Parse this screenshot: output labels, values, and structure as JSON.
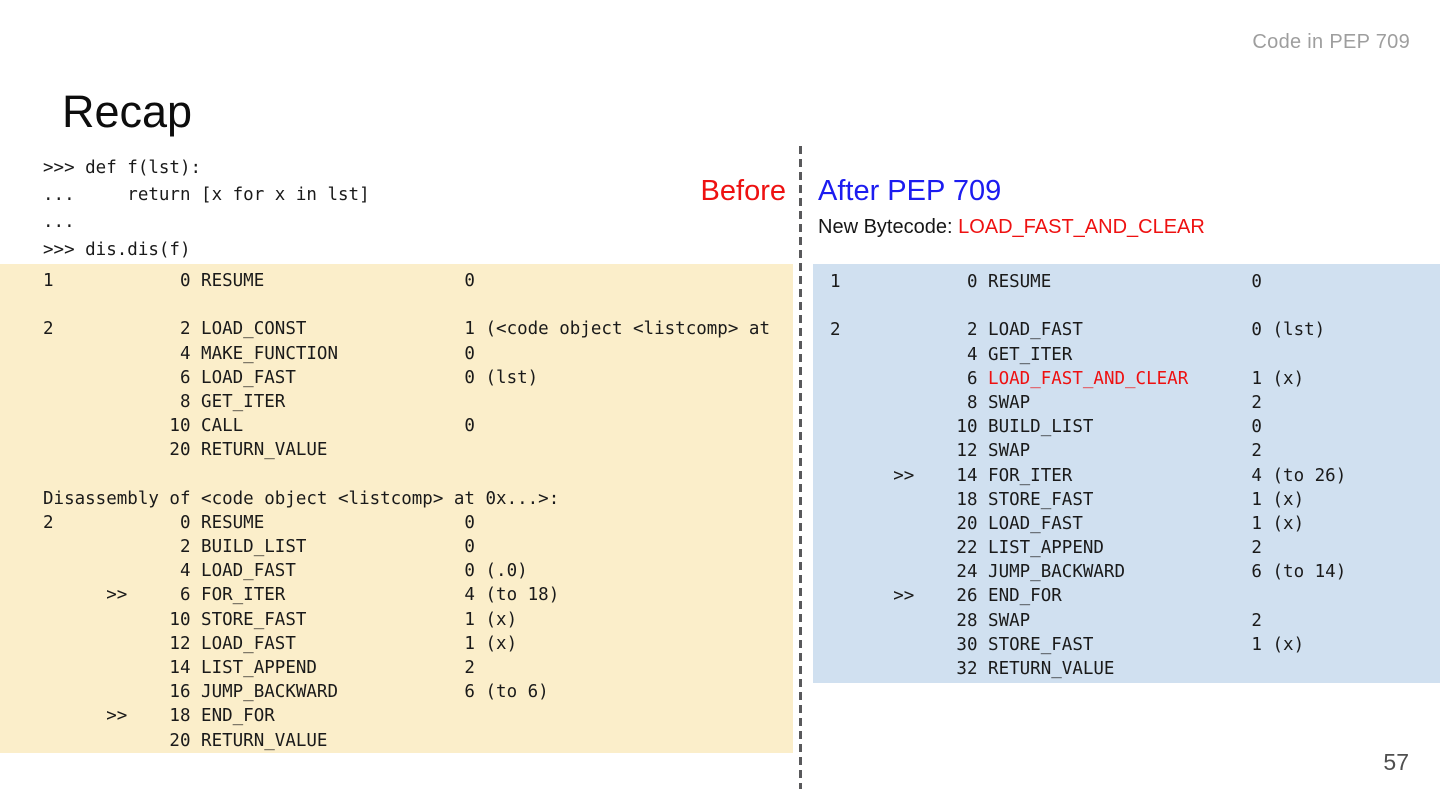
{
  "colors": {
    "red": "#ee1111",
    "blue": "#1c1cf0",
    "panel_yellow": "#fbeeca",
    "panel_blue": "#d0e0f0",
    "divider_gray": "#59595b",
    "header_gray": "#9e9e9e",
    "page_gray": "#4f4f4f",
    "code_black": "#1a1a1a"
  },
  "header": {
    "label": "Code in PEP 709"
  },
  "title": "Recap",
  "page_number": "57",
  "repl_code": {
    "lines": [
      ">>> def f(lst):",
      "...     return [x for x in lst]",
      "...",
      ">>> dis.dis(f)"
    ]
  },
  "before": {
    "heading": "Before",
    "lines": [
      [
        {
          "t": "1            0 RESUME                   0"
        }
      ],
      [
        {
          "t": ""
        }
      ],
      [
        {
          "t": "2            2 LOAD_CONST               1 (<code object <listcomp> at"
        }
      ],
      [
        {
          "t": "             4 MAKE_FUNCTION            0"
        }
      ],
      [
        {
          "t": "             6 LOAD_FAST                0 (lst)"
        }
      ],
      [
        {
          "t": "             8 GET_ITER"
        }
      ],
      [
        {
          "t": "            10 CALL                     0"
        }
      ],
      [
        {
          "t": "            20 RETURN_VALUE"
        }
      ],
      [
        {
          "t": ""
        }
      ],
      [
        {
          "t": "Disassembly of <code object <listcomp> at 0x...>:"
        }
      ],
      [
        {
          "t": "2            0 RESUME                   0"
        }
      ],
      [
        {
          "t": "             2 BUILD_LIST               0"
        }
      ],
      [
        {
          "t": "             4 LOAD_FAST                0 (.0)"
        }
      ],
      [
        {
          "t": "      >>     6 FOR_ITER                 4 (to 18)"
        }
      ],
      [
        {
          "t": "            10 STORE_FAST               1 (x)"
        }
      ],
      [
        {
          "t": "            12 LOAD_FAST                1 (x)"
        }
      ],
      [
        {
          "t": "            14 LIST_APPEND              2"
        }
      ],
      [
        {
          "t": "            16 JUMP_BACKWARD            6 (to 6)"
        }
      ],
      [
        {
          "t": "      >>    18 END_FOR"
        }
      ],
      [
        {
          "t": "            20 RETURN_VALUE"
        }
      ]
    ]
  },
  "after": {
    "heading": "After PEP 709",
    "bytecode_note": {
      "prefix": "New Bytecode: ",
      "highlight": "LOAD_FAST_AND_CLEAR"
    },
    "lines": [
      [
        {
          "t": "1            0 RESUME                   0"
        }
      ],
      [
        {
          "t": ""
        }
      ],
      [
        {
          "t": "2            2 LOAD_FAST                0 (lst)"
        }
      ],
      [
        {
          "t": "             4 GET_ITER"
        }
      ],
      [
        {
          "t": "             6 "
        },
        {
          "t": "LOAD_FAST_AND_CLEAR",
          "c": "red"
        },
        {
          "t": "      1 (x)"
        }
      ],
      [
        {
          "t": "             8 SWAP                     2"
        }
      ],
      [
        {
          "t": "            10 BUILD_LIST               0"
        }
      ],
      [
        {
          "t": "            12 SWAP                     2"
        }
      ],
      [
        {
          "t": "      >>    14 FOR_ITER                 4 (to 26)"
        }
      ],
      [
        {
          "t": "            18 STORE_FAST               1 (x)"
        }
      ],
      [
        {
          "t": "            20 LOAD_FAST                1 (x)"
        }
      ],
      [
        {
          "t": "            22 LIST_APPEND              2"
        }
      ],
      [
        {
          "t": "            24 JUMP_BACKWARD            6 (to 14)"
        }
      ],
      [
        {
          "t": "      >>    26 END_FOR"
        }
      ],
      [
        {
          "t": "            28 SWAP                     2"
        }
      ],
      [
        {
          "t": "            30 STORE_FAST               1 (x)"
        }
      ],
      [
        {
          "t": "            32 RETURN_VALUE"
        }
      ]
    ]
  }
}
